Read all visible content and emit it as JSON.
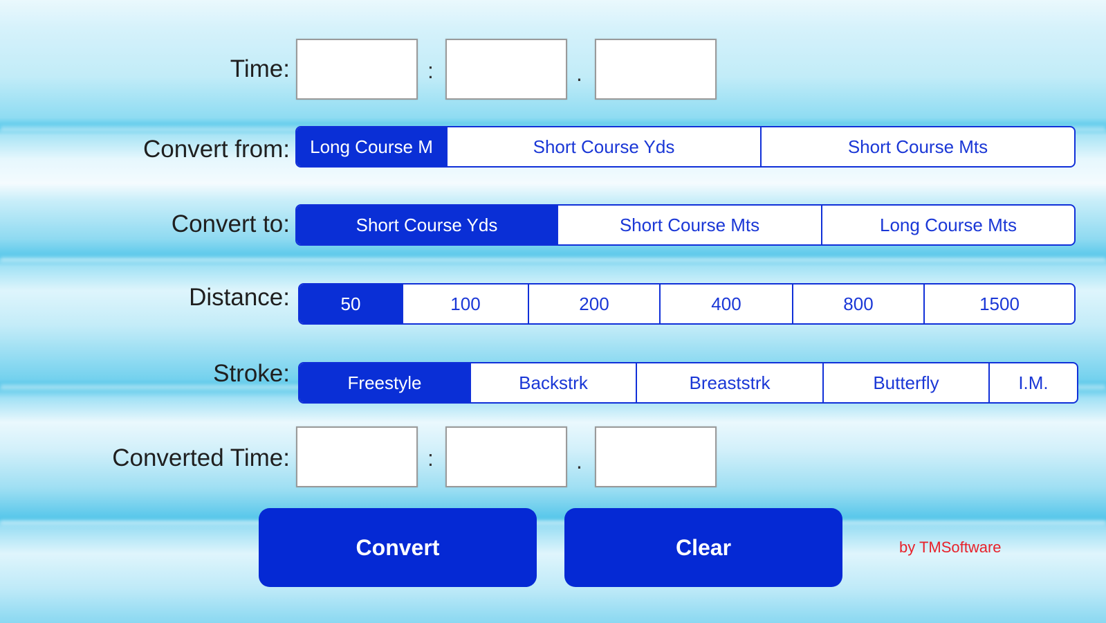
{
  "labels": {
    "time": "Time:",
    "convert_from": "Convert from:",
    "convert_to": "Convert to:",
    "distance": "Distance:",
    "stroke": "Stroke:",
    "converted_time": "Converted Time:"
  },
  "time": {
    "minutes": "",
    "seconds": "",
    "hundredths": "",
    "sep_colon": ":",
    "sep_dot": "."
  },
  "converted_time": {
    "minutes": "",
    "seconds": "",
    "hundredths": "",
    "sep_colon": ":",
    "sep_dot": "."
  },
  "convert_from": {
    "options": [
      "Long Course M",
      "Short Course Yds",
      "Short Course Mts"
    ],
    "selected": "Long Course M"
  },
  "convert_to": {
    "options": [
      "Short Course Yds",
      "Short Course Mts",
      "Long Course Mts"
    ],
    "selected": "Short Course Yds"
  },
  "distance": {
    "options": [
      "50",
      "100",
      "200",
      "400",
      "800",
      "1500"
    ],
    "selected": "50"
  },
  "stroke": {
    "options": [
      "Freestyle",
      "Backstrk",
      "Breaststrk",
      "Butterfly",
      "I.M."
    ],
    "selected": "Freestyle"
  },
  "buttons": {
    "convert": "Convert",
    "clear": "Clear"
  },
  "credit": "by TMSoftware",
  "colors": {
    "accent": "#0a2fd6",
    "credit": "#e8212a"
  }
}
